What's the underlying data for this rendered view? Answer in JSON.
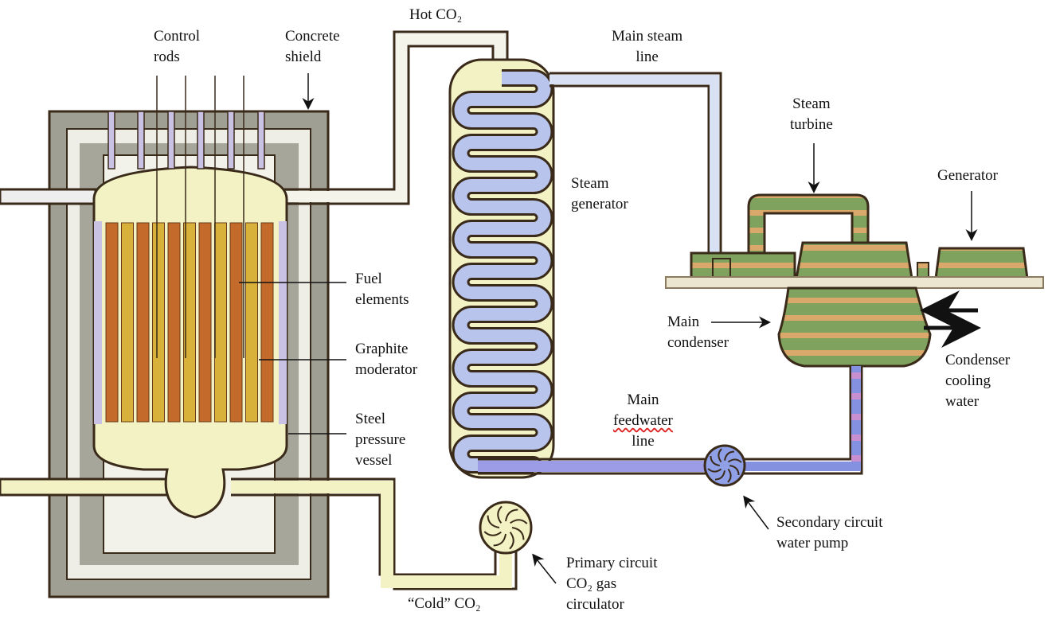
{
  "labels": {
    "control_rods": [
      "Control",
      "rods"
    ],
    "concrete_shield": [
      "Concrete",
      "shield"
    ],
    "hot_co2": "Hot CO₂",
    "main_steam_line": [
      "Main steam",
      "line"
    ],
    "steam_turbine": [
      "Steam",
      "turbine"
    ],
    "generator": "Generator",
    "steam_generator": [
      "Steam",
      "generator"
    ],
    "fuel_elements": [
      "Fuel",
      "elements"
    ],
    "graphite_moderator": [
      "Graphite",
      "moderator"
    ],
    "steel_pressure_vessel": [
      "Steel",
      "pressure",
      "vessel"
    ],
    "main_condenser": [
      "Main",
      "condenser"
    ],
    "condenser_cooling_water": [
      "Condenser",
      "cooling",
      "water"
    ],
    "main_feedwater_line": [
      "Main",
      "feedwater",
      "line"
    ],
    "secondary_pump": [
      "Secondary circuit",
      "water pump"
    ],
    "gas_circulator": [
      "Primary circuit",
      "CO₂ gas",
      "circulator"
    ],
    "cold_co2": "“Cold” CO₂"
  },
  "colors": {
    "concrete": "#9a9a8e",
    "gas": "#f3f2c4",
    "outline": "#3a2a1a",
    "fuel_orange": "#c46a2a",
    "fuel_yellow": "#d7b13a",
    "water": "#8e9be0",
    "steam": "#c8d4f0",
    "turbine_green": "#7a9e5e",
    "turbine_tan": "#d6a56a"
  }
}
